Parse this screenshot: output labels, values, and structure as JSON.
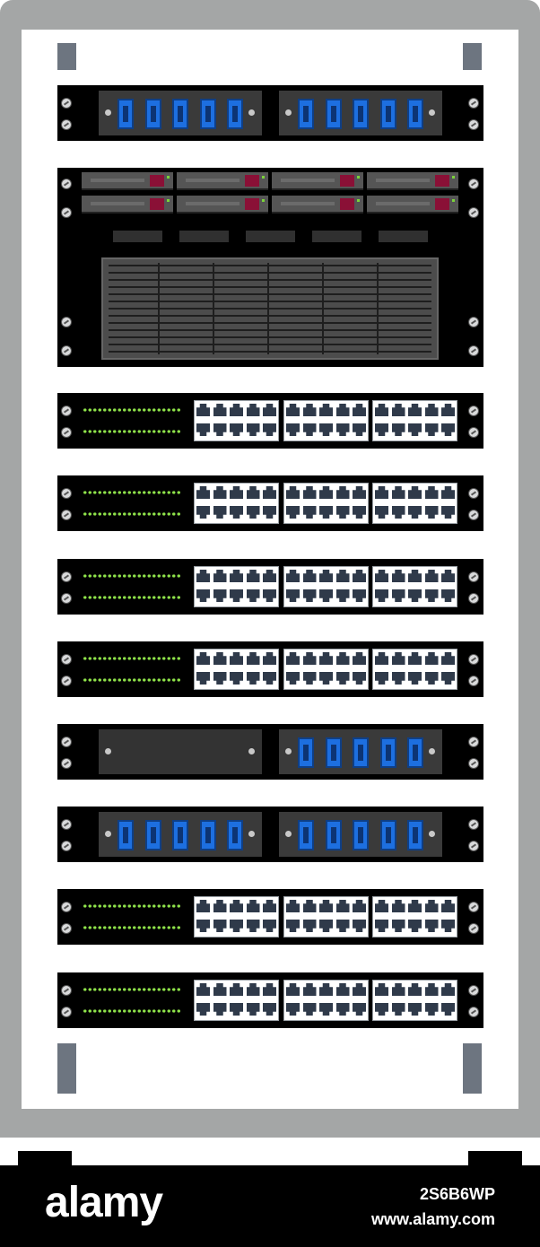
{
  "rack": {
    "units": [
      {
        "type": "fiber",
        "panels": [
          "ports",
          "ports"
        ]
      },
      {
        "type": "server",
        "drive_bays": 8,
        "front_slots": 5
      },
      {
        "type": "switch",
        "led_rows": 2,
        "port_blocks": 3,
        "ports_per_row": 5
      },
      {
        "type": "switch",
        "led_rows": 2,
        "port_blocks": 3,
        "ports_per_row": 5
      },
      {
        "type": "switch",
        "led_rows": 2,
        "port_blocks": 3,
        "ports_per_row": 5
      },
      {
        "type": "switch",
        "led_rows": 2,
        "port_blocks": 3,
        "ports_per_row": 5
      },
      {
        "type": "fiber",
        "panels": [
          "blank",
          "ports"
        ]
      },
      {
        "type": "fiber",
        "panels": [
          "ports",
          "ports"
        ]
      },
      {
        "type": "switch",
        "led_rows": 2,
        "port_blocks": 3,
        "ports_per_row": 5
      },
      {
        "type": "switch",
        "led_rows": 2,
        "port_blocks": 3,
        "ports_per_row": 5
      }
    ],
    "colors": {
      "frame": "#a4a6a6",
      "fiber_port": "#1d6fe0",
      "status_led": "#8fe34a",
      "drive_latch": "#8a1036",
      "rj45_port": "#2f3a4a"
    }
  },
  "watermark": {
    "brand": "alamy",
    "image_id": "2S6B6WP",
    "url": "www.alamy.com"
  }
}
